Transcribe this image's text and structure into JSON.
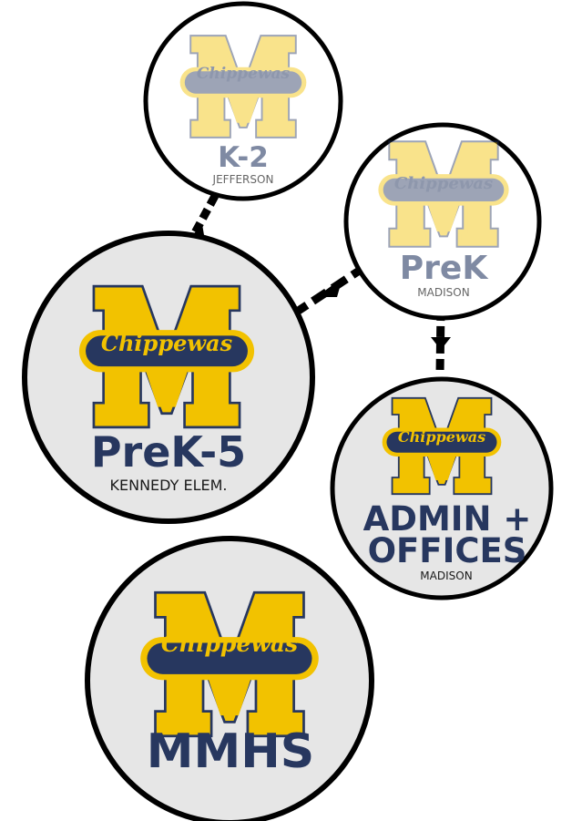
{
  "logo": {
    "letter": "M",
    "banner_text": "Chippewas"
  },
  "colors": {
    "navy": "#27375f",
    "gold": "#f2c200",
    "faded_navy": "#8e97ac",
    "faded_gold": "#e6d490",
    "faded_title": "#7f8aa3",
    "sub_text": "#1a1a1a",
    "faded_sub": "#666666",
    "node_fill_active": "#e6e6e6",
    "node_fill_faded": "#ffffff",
    "outline": "#000000"
  },
  "nodes": {
    "k2": {
      "title": "K-2",
      "subtitle": "JEFFERSON"
    },
    "prek": {
      "title": "PreK",
      "subtitle": "MADISON"
    },
    "prek5": {
      "title": "PreK-5",
      "subtitle": "KENNEDY ELEM."
    },
    "admin": {
      "title_line1": "ADMIN +",
      "title_line2": "OFFICES",
      "subtitle": "MADISON"
    },
    "mmhs": {
      "title": "MMHS"
    }
  }
}
